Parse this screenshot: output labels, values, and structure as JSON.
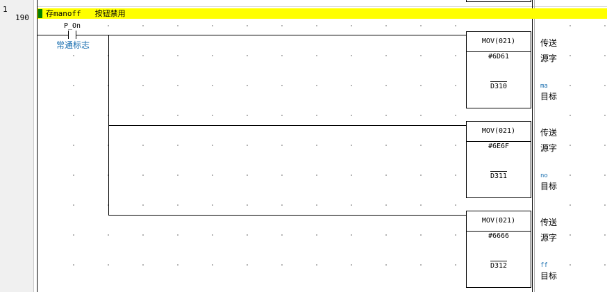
{
  "gutter": {
    "rung_number": "1",
    "step_number": "190"
  },
  "comment": {
    "text": "存manoff   按钮禁用"
  },
  "contact": {
    "name": "P_On",
    "comment": "常通标志"
  },
  "instructions": [
    {
      "mnemonic": "MOV(021)",
      "source": "#6D61",
      "dest": "D310",
      "label_op": "传送",
      "label_src": "源字",
      "label_dst": "目标",
      "dest_comment": "ma"
    },
    {
      "mnemonic": "MOV(021)",
      "source": "#6E6F",
      "dest": "D311",
      "label_op": "传送",
      "label_src": "源字",
      "label_dst": "目标",
      "dest_comment": "no"
    },
    {
      "mnemonic": "MOV(021)",
      "source": "#6666",
      "dest": "D312",
      "label_op": "传送",
      "label_src": "源字",
      "label_dst": "目标",
      "dest_comment": "ff"
    }
  ]
}
